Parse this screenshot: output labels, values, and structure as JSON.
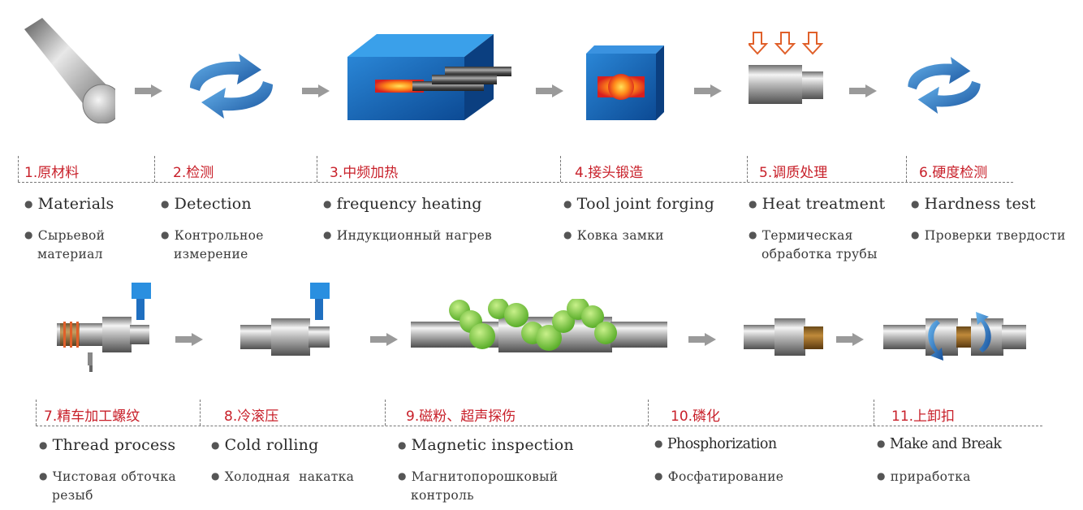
{
  "steps": [
    {
      "label": "1.原材料",
      "en": "Materials",
      "ru": [
        "Сырьевой",
        "материал"
      ]
    },
    {
      "label": "2.检测",
      "en": "Detection",
      "ru": [
        "Контрольное",
        "измерение"
      ]
    },
    {
      "label": "3.中频加热",
      "en": "frequency heating",
      "ru": [
        "Индукционный нагрев"
      ]
    },
    {
      "label": "4.接头锻造",
      "en": "Tool joint forging",
      "ru": [
        "Ковка замки"
      ]
    },
    {
      "label": "5.调质处理",
      "en": "Heat treatment",
      "ru": [
        "Термическая",
        "обработка трубы"
      ]
    },
    {
      "label": "6.硬度检测",
      "en": "Hardness test",
      "ru": [
        "Проверки твердости"
      ]
    },
    {
      "label": "7.精车加工螺纹",
      "en": "Thread process",
      "ru": [
        "Чистовая обточка",
        "резыб"
      ]
    },
    {
      "label": "8.冷滚压",
      "en": "Cold rolling",
      "ru": [
        "Холодная  накатка"
      ]
    },
    {
      "label": "9.磁粉、超声探伤",
      "en": "Magnetic inspection",
      "ru": [
        "Магнитопорошковый",
        "контроль"
      ]
    },
    {
      "label": "10.磷化",
      "en": "Phosphorization",
      "ru": [
        "Фосфатирование"
      ]
    },
    {
      "label": "11.上卸扣",
      "en": "Make and Break",
      "ru": [
        "приработка"
      ]
    }
  ],
  "colors": {
    "label": "#c8202a",
    "arrow": "#9a9a9a",
    "blue": "#1f6fc0",
    "green": "#7cc843"
  }
}
